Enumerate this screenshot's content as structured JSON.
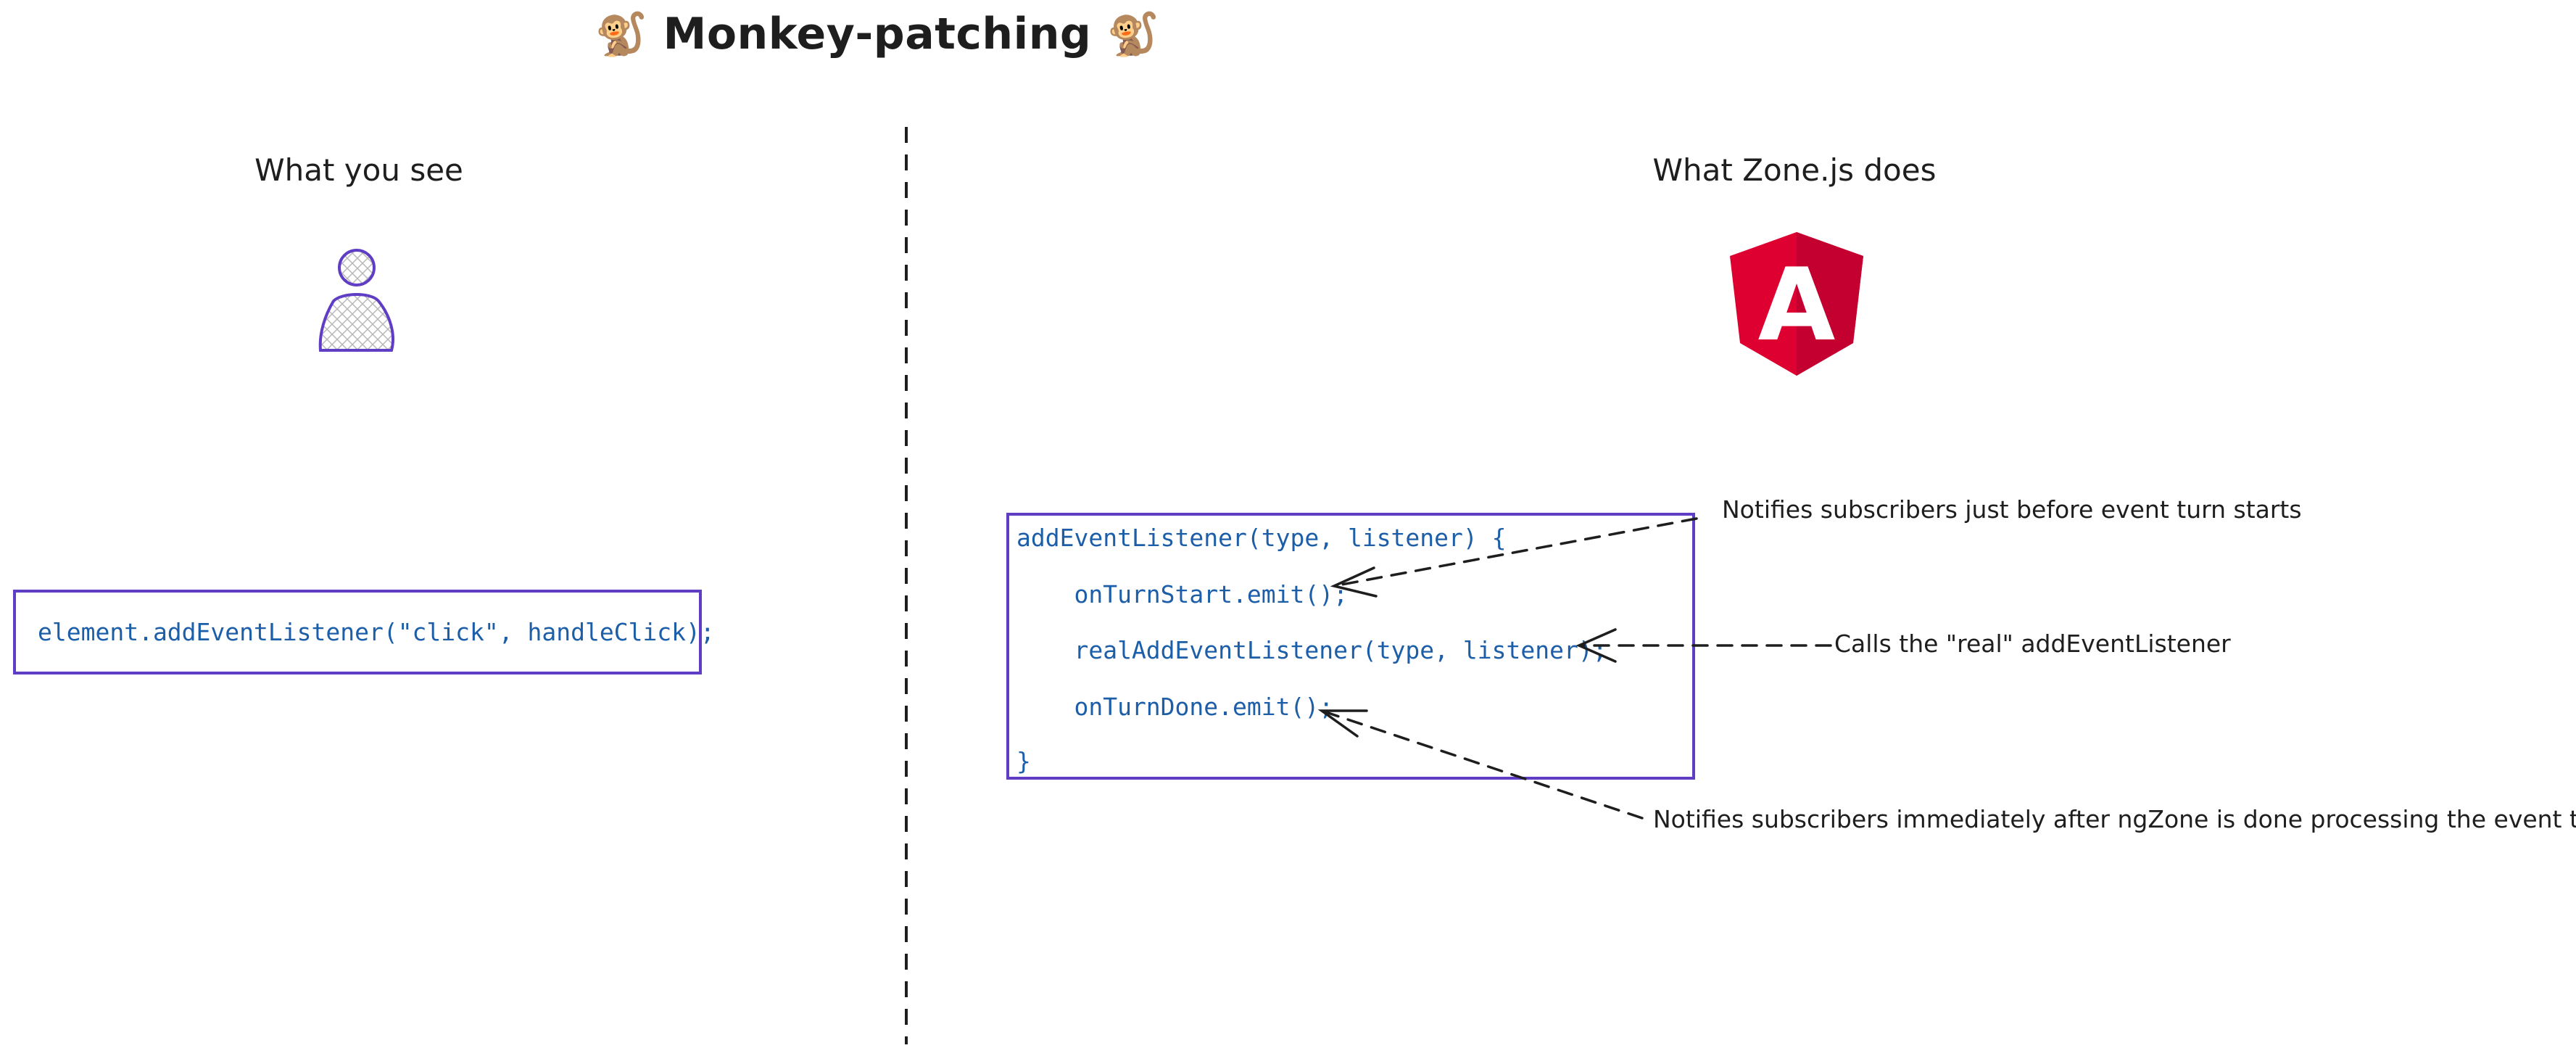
{
  "title": {
    "text": "Monkey-patching",
    "emoji_left": "🐒",
    "emoji_right": "🐒"
  },
  "left_panel": {
    "heading": "What you see",
    "icon": "user-icon",
    "code": "element.addEventListener(\"click\", handleClick);"
  },
  "right_panel": {
    "heading": "What Zone.js does",
    "icon": "angular-logo",
    "logo_letter": "A",
    "code_lines": [
      "addEventListener(type, listener) {",
      "    onTurnStart.emit();",
      "    realAddEventListener(type, listener);",
      "    onTurnDone.emit();",
      "}"
    ],
    "annotations": [
      "Notifies subscribers just before event turn starts",
      "Calls the \"real\" addEventListener",
      "Notifies subscribers immediately after ngZone is done processing the event turn"
    ]
  },
  "colors": {
    "box_stroke": "#5f3dc4",
    "code_text": "#1c5ea8",
    "angular_red": "#dd0031",
    "angular_dark": "#c3002f",
    "user_fill": "#e7e4f5"
  }
}
